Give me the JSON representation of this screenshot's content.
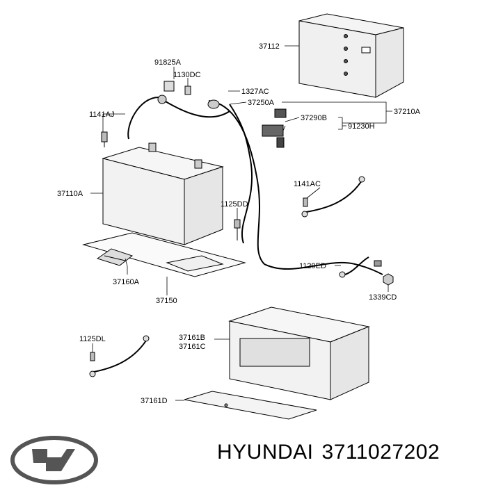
{
  "callouts": {
    "c37112": "37112",
    "c91825A": "91825A",
    "c1130DC": "1130DC",
    "c1327AC": "1327AC",
    "c37250A": "37250A",
    "c37210A": "37210A",
    "c1141AJ": "1141AJ",
    "c37290B": "37290B",
    "c91230H": "91230H",
    "c37110A": "37110A",
    "c1141AC": "1141AC",
    "c1125DD": "1125DD",
    "c1129ED": "1129ED",
    "c37160A": "37160A",
    "c37150": "37150",
    "c1339CD": "1339CD",
    "c37161B": "37161B",
    "c37161C": "37161C",
    "c1125DL": "1125DL",
    "c37161D": "37161D"
  },
  "footer": {
    "brand": "HYUNDAI",
    "part_number": "3711027202"
  },
  "icons": {
    "logo": "hyundai-logo-icon"
  }
}
